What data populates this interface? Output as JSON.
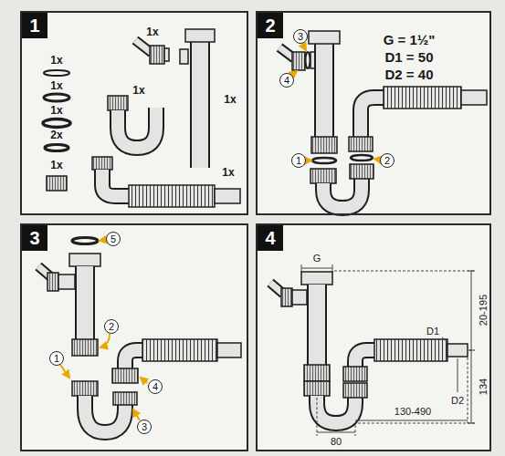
{
  "diagram": {
    "nodes": [
      {
        "text": [
          "1"
        ]
      },
      {
        "text": [
          "2"
        ]
      },
      {
        "text": [
          "3"
        ],
        "in": 1
      },
      {
        "text": [
          "4"
        ],
        "in": 1
      },
      {
        "text": [
          "1"
        ],
        "in": 1
      },
      {
        "text": [
          "2"
        ],
        "in": 1
      },
      {
        "text": [
          "3"
        ]
      },
      {
        "text": [
          "5"
        ],
        "in": 6
      },
      {
        "text": [
          "2"
        ],
        "in": 6
      },
      {
        "text": [
          "1"
        ],
        "in": 6
      },
      {
        "text": [
          "4"
        ],
        "in": 6
      },
      {
        "text": [
          "3"
        ],
        "in": 6
      },
      {
        "text": [
          "4"
        ]
      }
    ],
    "labels": [
      "1x",
      "1x",
      "1x",
      "2x",
      "1x",
      "1x",
      "1x",
      "1x",
      "1x",
      "G = 1½\"",
      "D1 = 50",
      "D2 = 40",
      "G",
      "20-195",
      "D1",
      "D2",
      "134",
      "130-490",
      "80"
    ]
  }
}
